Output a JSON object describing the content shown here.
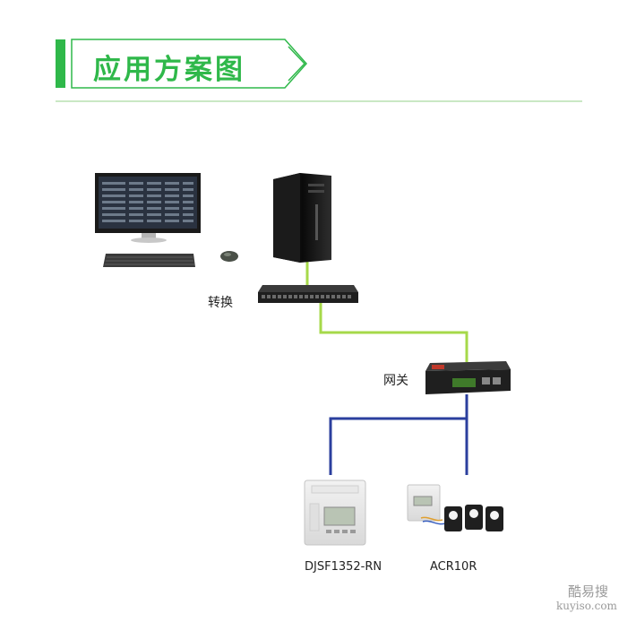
{
  "header": {
    "title": "应用方案图"
  },
  "labels": {
    "switch": "转换",
    "gateway": "网关",
    "device1": "DJSF1352-RN",
    "device2": "ACR10R"
  },
  "watermark": {
    "cn": "酷易搜",
    "url": "kuyiso.com"
  },
  "colors": {
    "accent": "#2fb84a",
    "ethernet_line": "#a6d94a",
    "bus_line": "#2b3f9e"
  }
}
